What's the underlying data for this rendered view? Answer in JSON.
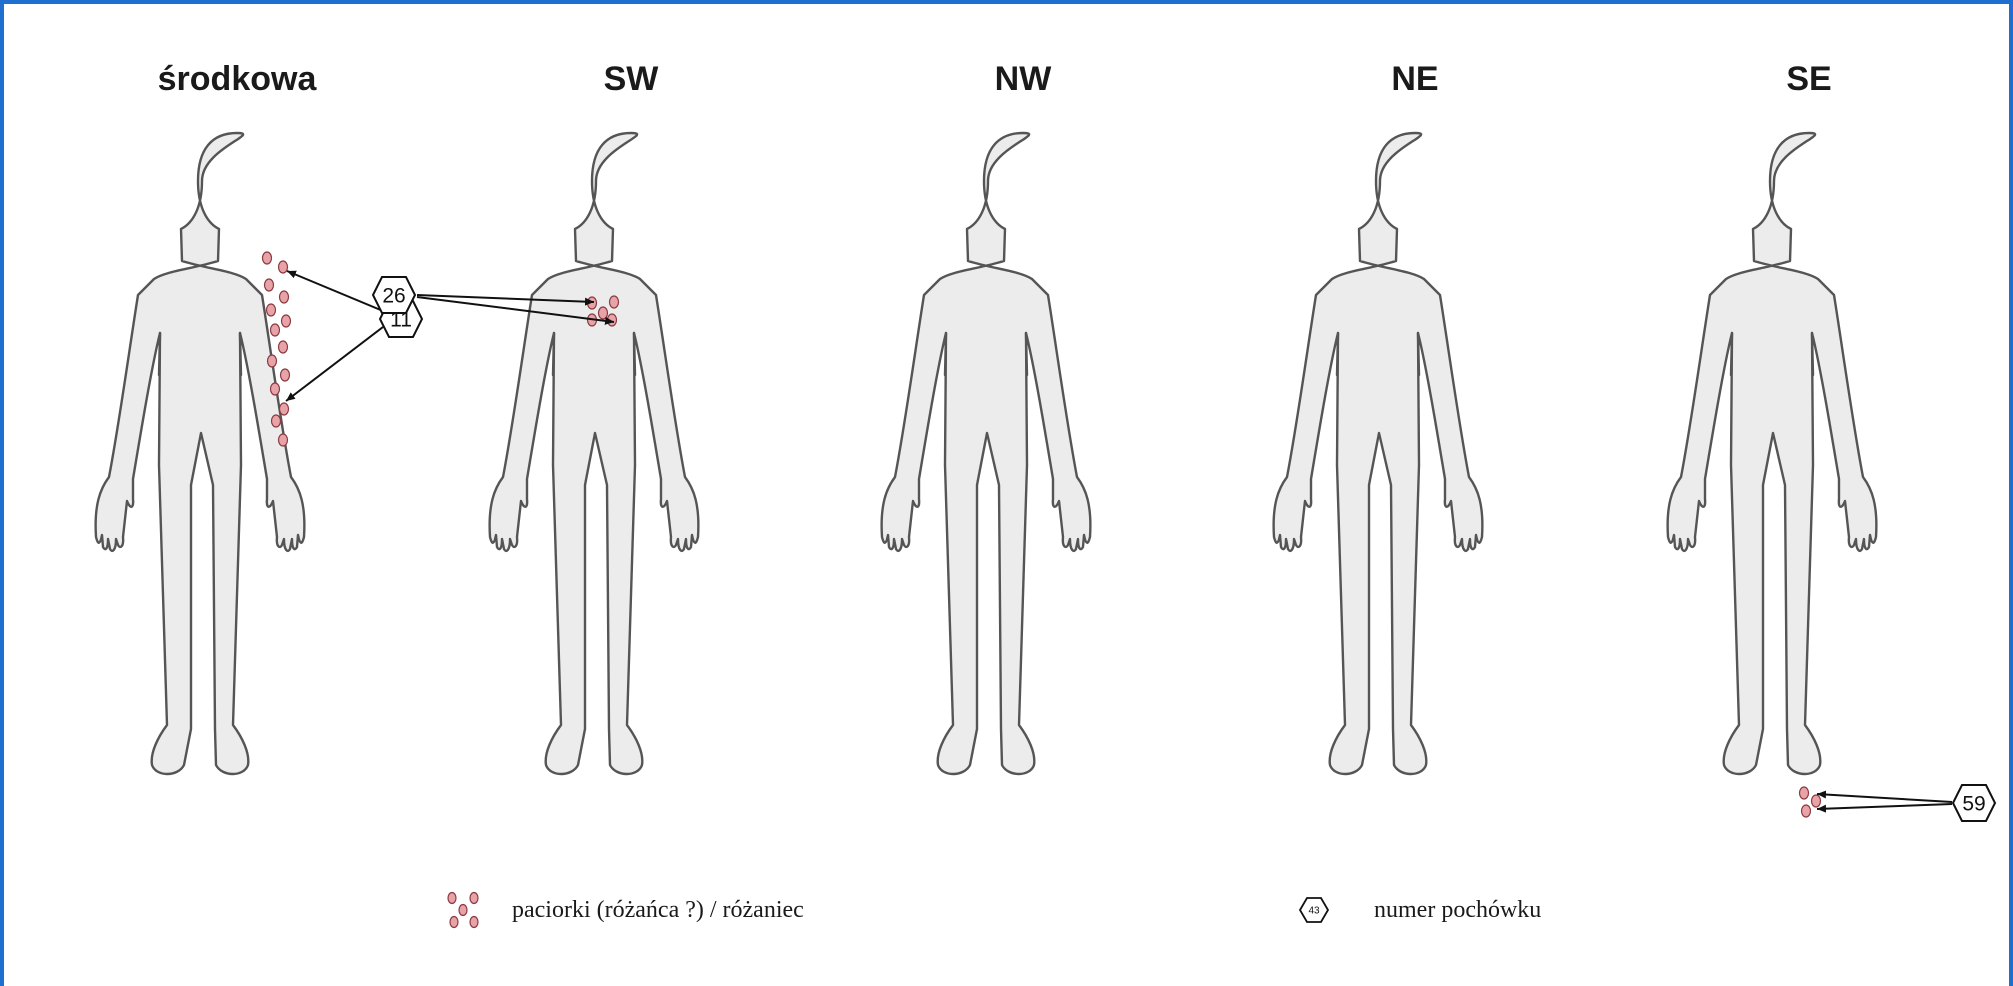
{
  "panels": [
    {
      "title": "środkowa",
      "label": "11"
    },
    {
      "title": "SW",
      "label": "26"
    },
    {
      "title": "NW"
    },
    {
      "title": "NE"
    },
    {
      "title": "SE",
      "label": "59"
    }
  ],
  "legend": {
    "beads_text": "paciorki (różańca ?) / różaniec",
    "burial_text": "numer pochówku",
    "burial_sample": "43"
  },
  "colors": {
    "frame": "#1f6fd1",
    "figure_fill": "#ececec",
    "figure_stroke": "#555555",
    "bead_fill": "#e8a3a8"
  }
}
